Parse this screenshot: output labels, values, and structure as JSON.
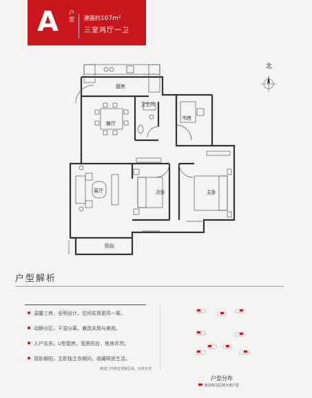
{
  "header": {
    "letter": "A",
    "type_label": "户型",
    "area_prefix": "建面约",
    "area_value": "107m²",
    "rooms": "三室两厅一卫"
  },
  "compass": {
    "north": "北"
  },
  "plan": {
    "rooms": {
      "kitchen": "厨房",
      "bathroom": "卫生间",
      "dining": "餐厅",
      "study": "书房",
      "living": "客厅",
      "second_bedroom": "次卧",
      "master_bedroom": "主卧",
      "balcony": "阳台"
    }
  },
  "analysis": {
    "title": "户型解析",
    "features": [
      "温馨三房，全明设计，空间实用更高一筹。",
      "动静分区，干湿分离，兼具实用与美观。",
      "入户玄关，U型厨房，宽景阳台，秩序井然。",
      "双卧朝阳，主卧独立衣帽间，收藏释放生活。"
    ],
    "note": "赠送门厅和空调板区域，仅供示意"
  },
  "distribution": {
    "title": "户型分布",
    "legend": "色块标注区域为该户型"
  },
  "colors": {
    "accent": "#c8161d",
    "line": "#333333"
  }
}
